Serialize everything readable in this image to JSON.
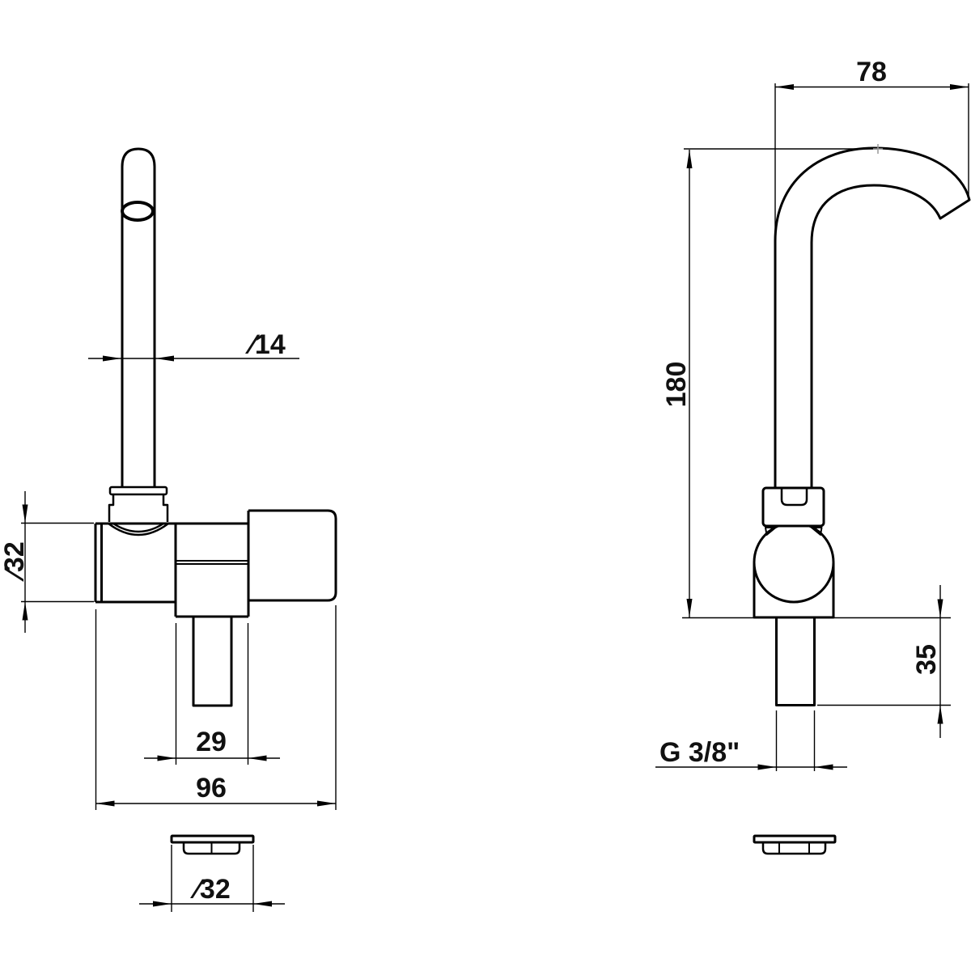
{
  "left_view": {
    "dims": {
      "spout_diameter": "∕14",
      "body_diameter": "∕32",
      "valve_width": "29",
      "body_length": "96",
      "base_diameter": "∕32"
    }
  },
  "right_view": {
    "dims": {
      "spout_reach": "78",
      "spout_height": "180",
      "shank_length": "35",
      "thread_size": "G 3/8\""
    }
  },
  "colors": {
    "line": "#000000",
    "background": "#ffffff",
    "tick": "#999999"
  }
}
